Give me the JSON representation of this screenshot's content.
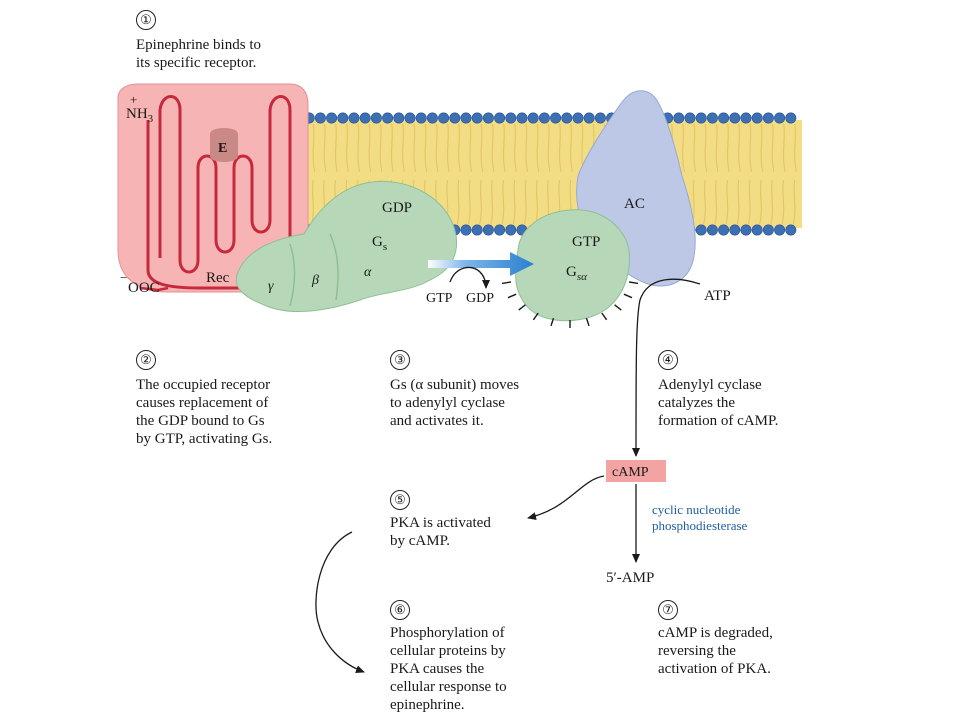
{
  "colors": {
    "receptor": "#f6b4b4",
    "receptor_strand": "#c8283c",
    "epinephrine": "#c98a86",
    "membrane_core": "#f3dd84",
    "lipid_head": "#3f6fb3",
    "g_protein": "#b6d8b8",
    "adenylyl_cyclase": "#bcc8e6",
    "flow_arrow": "#2a7fd0",
    "camp_box": "#f4a3a3",
    "enzyme_text": "#1f5fa0"
  },
  "labels": {
    "nh3": "NH",
    "nh3_sub": "3",
    "nh3_charge": "+",
    "ooc": "OOC",
    "ooc_charge": "−",
    "epinephrine": "E",
    "receptor": "Rec",
    "gdp": "GDP",
    "gs": "G",
    "gs_sub": "s",
    "alpha": "α",
    "beta": "β",
    "gamma": "γ",
    "gtp_in": "GTP",
    "gdp_out": "GDP",
    "gtp_bound": "GTP",
    "gsa": "G",
    "gsa_sub": "sα",
    "ac": "AC",
    "atp": "ATP",
    "camp": "cAMP",
    "amp": "5′-AMP",
    "enzyme": [
      "cyclic nucleotide",
      "phosphodiesterase"
    ]
  },
  "steps": [
    {
      "num": "①",
      "lines": [
        "Epinephrine binds to",
        "its specific receptor."
      ]
    },
    {
      "num": "②",
      "lines": [
        "The occupied receptor",
        "causes replacement of",
        "the GDP bound to Gs",
        "by GTP, activating Gs."
      ]
    },
    {
      "num": "③",
      "lines": [
        "Gs (α subunit) moves",
        "to adenylyl cyclase",
        "and activates it."
      ]
    },
    {
      "num": "④",
      "lines": [
        "Adenylyl cyclase",
        "catalyzes the",
        "formation of cAMP."
      ]
    },
    {
      "num": "⑤",
      "lines": [
        "PKA is activated",
        "by cAMP."
      ]
    },
    {
      "num": "⑥",
      "lines": [
        "Phosphorylation of",
        "cellular proteins by",
        "PKA causes the",
        "cellular response to",
        "epinephrine."
      ]
    },
    {
      "num": "⑦",
      "lines": [
        "cAMP is degraded,",
        "reversing the",
        "activation of PKA."
      ]
    }
  ]
}
